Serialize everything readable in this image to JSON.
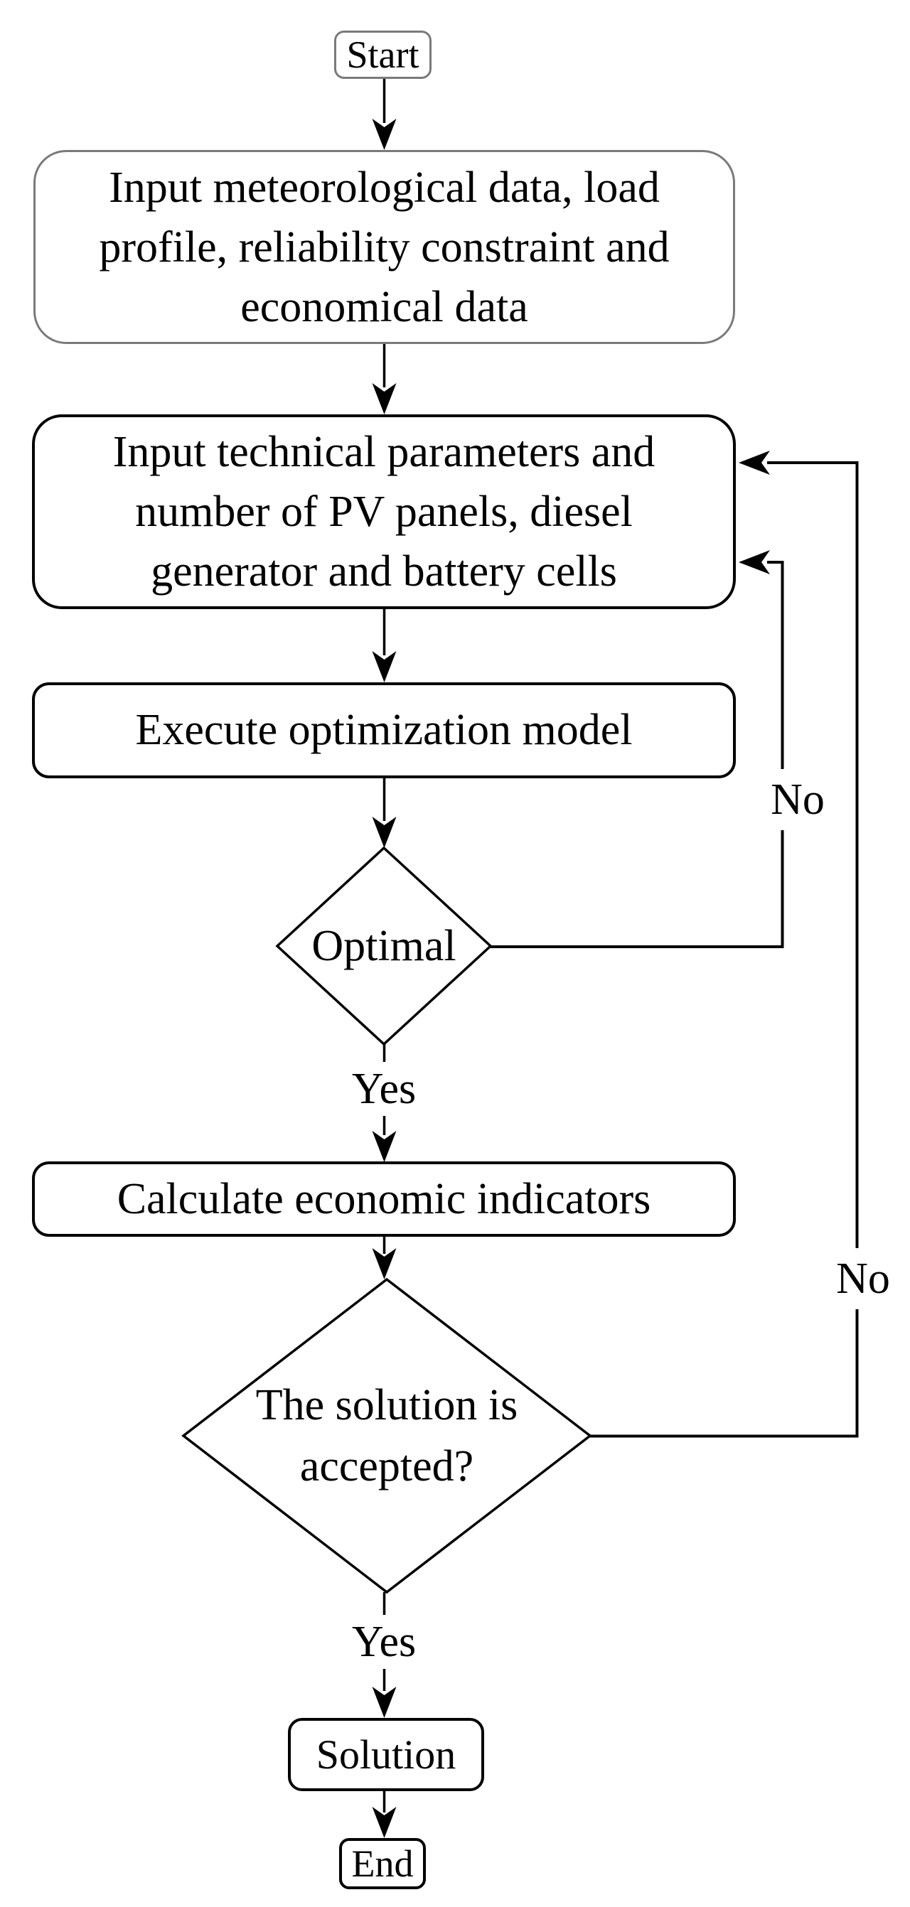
{
  "flowchart": {
    "nodes": {
      "start": {
        "label": "Start"
      },
      "input_data": {
        "lines": [
          "Input meteorological data, load",
          "profile, reliability constraint and",
          "economical data"
        ]
      },
      "input_technical": {
        "lines": [
          "Input technical parameters and",
          "number of PV panels, diesel",
          "generator and battery cells"
        ]
      },
      "execute": {
        "label": "Execute optimization model"
      },
      "optimal": {
        "label": "Optimal"
      },
      "calculate": {
        "label": "Calculate economic indicators"
      },
      "accepted": {
        "lines": [
          "The solution is",
          "accepted?"
        ]
      },
      "solution": {
        "label": "Solution"
      },
      "end": {
        "label": "End"
      }
    },
    "edge_labels": {
      "optimal_yes": "Yes",
      "optimal_no": "No",
      "accepted_yes": "Yes",
      "accepted_no": "No"
    },
    "colors": {
      "stroke": "#000000",
      "muted_border": "#7a7a7a",
      "text": "#000000",
      "background": "#ffffff"
    }
  }
}
